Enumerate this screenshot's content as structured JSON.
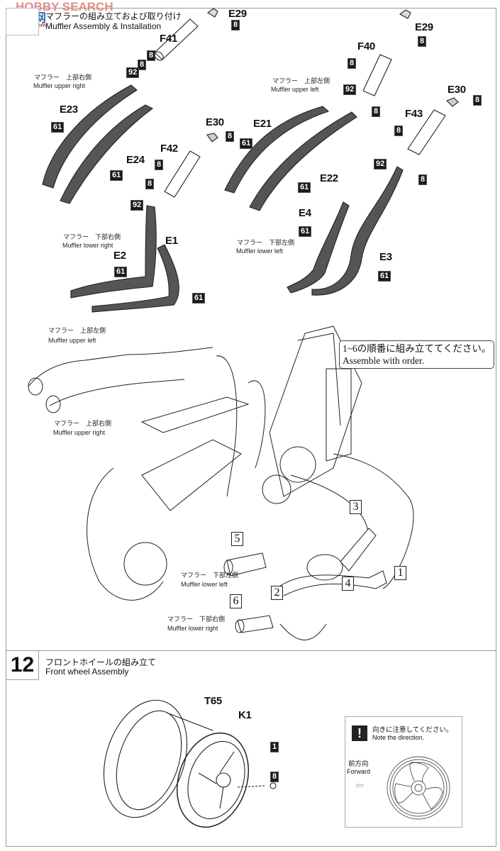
{
  "watermark": {
    "brand_text": "HOBBY SEARCH",
    "logo_chars": [
      "高",
      "网"
    ],
    "site_text": "gao-shop.com",
    "brand_color": "#d9534f",
    "logo_color": "#2a6fb5"
  },
  "step11": {
    "step_number": "",
    "title_jp": "マフラーの組み立ておよび取り付け",
    "title_en": "Muffler Assembly & Installation",
    "parts": {
      "F41": "F41",
      "E29a": "E29",
      "E23": "E23",
      "E24": "E24",
      "E30a": "E30",
      "F42": "F42",
      "E2": "E2",
      "E1": "E1",
      "F40": "F40",
      "E29b": "E29",
      "E21": "E21",
      "E22": "E22",
      "E30b": "E30",
      "F43": "F43",
      "E4": "E4",
      "E3": "E3"
    },
    "paint_codes": {
      "c8": "8",
      "c92": "92",
      "c61": "61",
      "c1": "1"
    },
    "captions": {
      "upper_right_jp": "マフラー　上部右側",
      "upper_right_en": "Muffler upper right",
      "upper_left_jp": "マフラー　上部左側",
      "upper_left_en": "Muffler upper left",
      "lower_right_jp": "マフラー　下部右側",
      "lower_right_en": "Muffler lower right",
      "lower_left_jp": "マフラー　下部左側",
      "lower_left_en": "Muffler lower left"
    },
    "order_note": {
      "jp": "1~6の順番に組み立ててください。",
      "en": "Assemble with order."
    },
    "order_numbers": [
      "1",
      "2",
      "3",
      "4",
      "5",
      "6"
    ]
  },
  "step12": {
    "step_number": "12",
    "title_jp": "フロントホイールの組み立て",
    "title_en": "Front wheel Assembly",
    "parts": {
      "T65": "T65",
      "K1": "K1"
    },
    "notice": {
      "icon": "exclamation-icon",
      "jp": "向きに注意してください。",
      "en": "Note the direction.",
      "forward_jp": "前方向",
      "forward_en": "Forward"
    }
  }
}
